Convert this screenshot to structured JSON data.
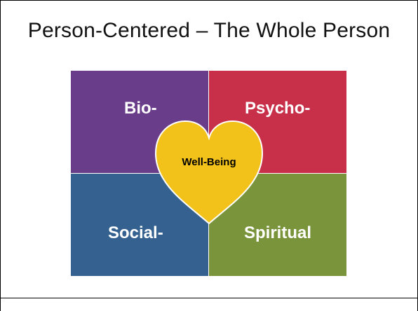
{
  "slide": {
    "title": "Person-Centered – The Whole Person"
  },
  "diagram": {
    "quadrants": [
      {
        "label": "Bio-",
        "color": "#6a3d8a"
      },
      {
        "label": "Psycho-",
        "color": "#c8304a"
      },
      {
        "label": "Social-",
        "color": "#34618f"
      },
      {
        "label": "Spiritual",
        "color": "#7a943c"
      }
    ],
    "center": {
      "label": "Well-Being",
      "shape": "heart-icon",
      "fill": "#f2c21b",
      "stroke": "#ffffff"
    }
  }
}
